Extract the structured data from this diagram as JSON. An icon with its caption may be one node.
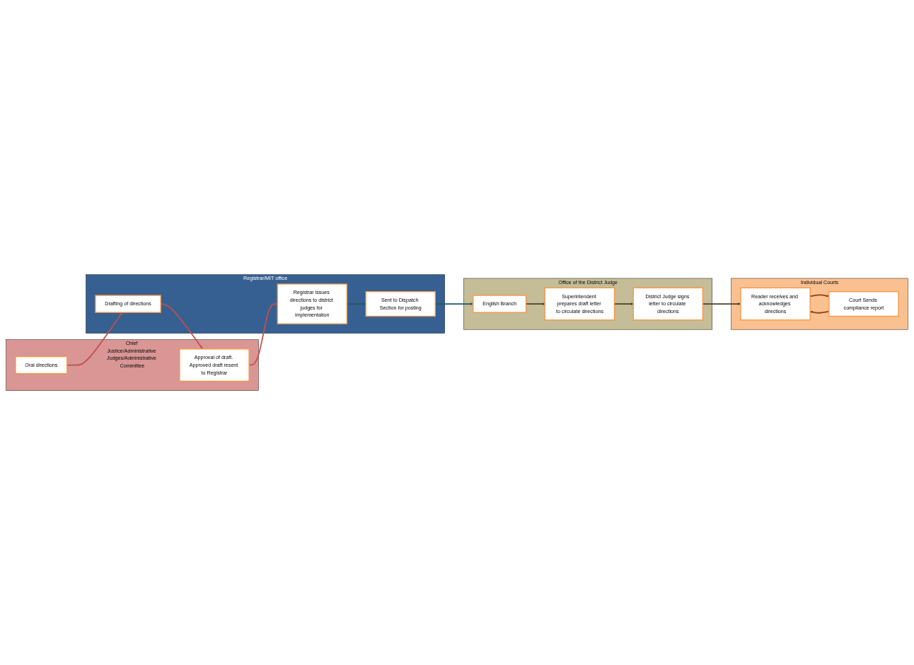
{
  "diagram": {
    "nodes": [
      {
        "text": [
          "Chief Justice/Administrative Judges/Administrative Committee"
        ]
      },
      {
        "text": [
          "Oral directions"
        ],
        "in": 0
      },
      {
        "text": [
          "Approval of draft. Approved draft resent to Registrar"
        ],
        "in": 0
      },
      {
        "text": [
          "Registrar/MIT office"
        ]
      },
      {
        "text": [
          "Drafting of directions"
        ],
        "in": 3
      },
      {
        "text": [
          "Registrar issues directions to district judges for implementation"
        ],
        "in": 3
      },
      {
        "text": [
          "Sent to Dispatch Section for posting"
        ],
        "in": 3
      },
      {
        "text": [
          "Office of the District Judge"
        ]
      },
      {
        "text": [
          "English Branch"
        ],
        "in": 7
      },
      {
        "text": [
          "Superintendent prepares draft letter to circulate directions"
        ],
        "in": 7
      },
      {
        "text": [
          "District Judge signs letter to circulate directions"
        ],
        "in": 7
      },
      {
        "text": [
          "Individual Courts"
        ]
      },
      {
        "text": [
          "Reader receives and acknowledges directions"
        ],
        "in": 11
      },
      {
        "text": [
          "Court Sends compliance report"
        ],
        "in": 11
      }
    ],
    "edges": [
      {
        "from": 1,
        "to": 4,
        "arrow": "to",
        "color": "#c0504d"
      },
      {
        "from": 4,
        "to": 2,
        "arrow": "to",
        "color": "#c0504d"
      },
      {
        "from": 2,
        "to": 5,
        "arrow": "to",
        "color": "#c0504d"
      },
      {
        "from": 5,
        "to": 6,
        "arrow": "to",
        "color": "#215967"
      },
      {
        "from": 6,
        "to": 8,
        "arrow": "to",
        "color": "#215967"
      },
      {
        "from": 8,
        "to": 9,
        "arrow": "to",
        "color": "#494429"
      },
      {
        "from": 9,
        "to": 10,
        "arrow": "to",
        "color": "#494429"
      },
      {
        "from": 10,
        "to": 12,
        "arrow": "to",
        "color": "#494429"
      },
      {
        "from": 12,
        "to": 13,
        "arrow": "to",
        "color": "#8b4513"
      },
      {
        "from": 13,
        "to": 12,
        "arrow": "to",
        "color": "#8b4513"
      }
    ]
  }
}
